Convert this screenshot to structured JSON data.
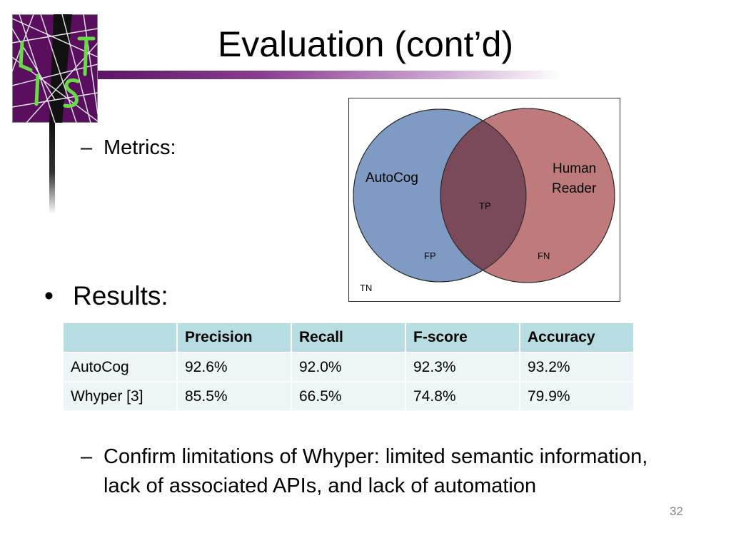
{
  "slide": {
    "title": "Evaluation (cont’d)",
    "logo_text": "LIST",
    "metrics_dash": "–",
    "metrics_label": "Metrics:",
    "results_bullet": "•",
    "results_label": "Results:",
    "bottom_dash": "–",
    "bottom_text": "Confirm limitations of Whyper: limited semantic information, lack of associated APIs, and lack of automation",
    "page_number": "32"
  },
  "venn": {
    "left_label": "AutoCog",
    "right_label_line1": "Human",
    "right_label_line2": "Reader",
    "tp": "TP",
    "fp": "FP",
    "fn": "FN",
    "tn": "TN",
    "left_color": "#7f9bc4",
    "right_color": "#bf7b7b",
    "overlap_color": "#7b4a5a"
  },
  "table": {
    "headers": [
      "",
      "Precision",
      "Recall",
      "F-score",
      "Accuracy"
    ],
    "rows": [
      [
        "AutoCog",
        "92.6%",
        "92.0%",
        "92.3%",
        "93.2%"
      ],
      [
        "Whyper [3]",
        "85.5%",
        "66.5%",
        "74.8%",
        "79.9%"
      ]
    ],
    "header_color": "#b7dde3",
    "row_color": "#edf6f7"
  },
  "colors": {
    "title_bar": "#5e1564",
    "logo_bg": "#5a0f5e",
    "logo_glyph": "#66dd44"
  }
}
